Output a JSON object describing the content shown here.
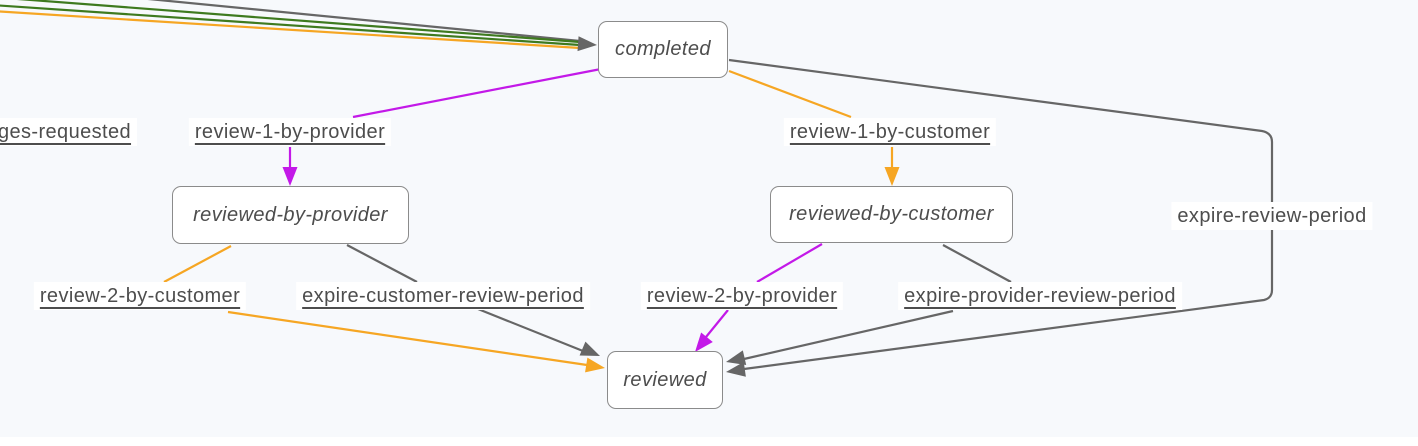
{
  "diagram": {
    "states": [
      {
        "id": "completed",
        "label": "completed"
      },
      {
        "id": "reviewed-by-provider",
        "label": "reviewed-by-provider"
      },
      {
        "id": "reviewed-by-customer",
        "label": "reviewed-by-customer"
      },
      {
        "id": "reviewed",
        "label": "reviewed"
      }
    ],
    "transitions": [
      {
        "id": "changes-requested",
        "label": "changes-requested"
      },
      {
        "id": "review-1-by-provider",
        "label": "review-1-by-provider"
      },
      {
        "id": "review-1-by-customer",
        "label": "review-1-by-customer"
      },
      {
        "id": "expire-review-period",
        "label": "expire-review-period"
      },
      {
        "id": "review-2-by-customer",
        "label": "review-2-by-customer"
      },
      {
        "id": "expire-customer-review-period",
        "label": "expire-customer-review-period"
      },
      {
        "id": "review-2-by-provider",
        "label": "review-2-by-provider"
      },
      {
        "id": "expire-provider-review-period",
        "label": "expire-provider-review-period"
      }
    ],
    "colors": {
      "background": "#f7f9fc",
      "orange": "#f6a623",
      "magenta": "#c319e8",
      "green": "#3e7a1f",
      "gray": "#666666",
      "state_border": "#8b8b8b",
      "text": "#4d4d4d"
    }
  }
}
